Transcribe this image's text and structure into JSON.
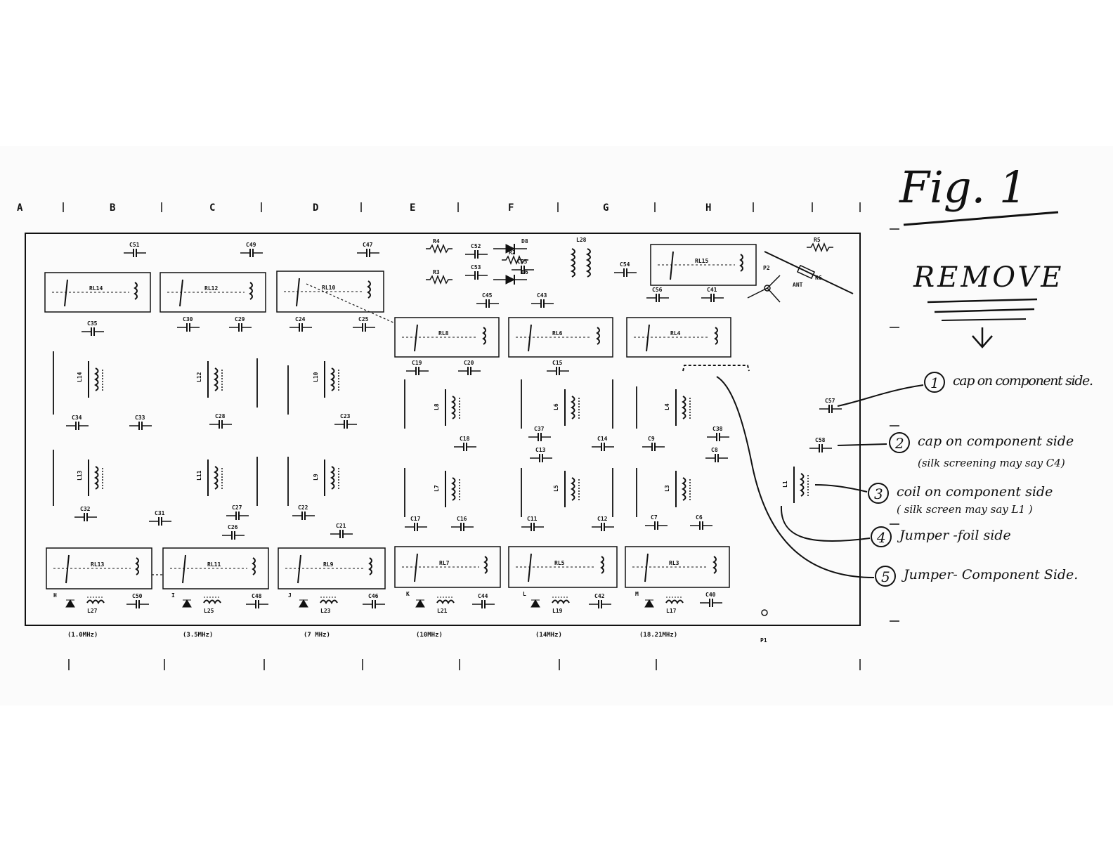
{
  "figure": {
    "title": "Fig. 1",
    "remove_heading": "REMOVE",
    "grid_columns": [
      "A",
      "B",
      "C",
      "D",
      "E",
      "F",
      "G",
      "H"
    ],
    "band_labels": [
      "(1.0MHz)",
      "(3.5MHz)",
      "(7 MHz)",
      "(10MHz)",
      "(14MHz)",
      "(18.21MHz)"
    ],
    "annotations": [
      {
        "number": "1",
        "text": "cap on component side."
      },
      {
        "number": "2",
        "text": "cap on component side",
        "subtext": "(silk screening may say C4)"
      },
      {
        "number": "3",
        "text": "coil on component side",
        "subtext": "( silk screen may say L1 )"
      },
      {
        "number": "4",
        "text": "Jumper -foil side"
      },
      {
        "number": "5",
        "text": "Jumper- Component Side."
      }
    ]
  },
  "relays": {
    "top_row": [
      "RL14",
      "RL12",
      "RL10"
    ],
    "upper_mid": [
      "RL8",
      "RL6",
      "RL4"
    ],
    "bottom_row": [
      "RL13",
      "RL11",
      "RL9",
      "RL7",
      "RL5",
      "RL3"
    ],
    "top_right": "RL15"
  },
  "caps": {
    "top_row": [
      "C51",
      "C49",
      "C47",
      "C35",
      "C30",
      "C29",
      "C24",
      "C25"
    ],
    "mid_row": [
      "C34",
      "C33",
      "C28",
      "C23"
    ],
    "low_row": [
      "C32",
      "C31",
      "C27",
      "C26",
      "C22",
      "C21"
    ],
    "bottom_row": [
      "C50",
      "C48",
      "C46",
      "C44",
      "C42",
      "C40"
    ],
    "rf_section": [
      "C52",
      "C53",
      "C55",
      "C45",
      "C43",
      "C54",
      "C56",
      "C41"
    ],
    "right_cluster": [
      "C19",
      "C20",
      "C15",
      "C37",
      "C18",
      "C14",
      "C9",
      "C38",
      "C13",
      "C8",
      "C17",
      "C16",
      "C11",
      "C12",
      "C7",
      "C6"
    ],
    "extra": [
      "C57",
      "C58"
    ]
  },
  "coils": {
    "left_upper": [
      "L14",
      "L12",
      "L10"
    ],
    "left_lower": [
      "L13",
      "L11",
      "L9"
    ],
    "right_upper": [
      "L8",
      "L6",
      "L4"
    ],
    "right_lower": [
      "L7",
      "L5",
      "L3"
    ],
    "bottom_row": [
      "L27",
      "L25",
      "L23",
      "L21",
      "L19",
      "L17"
    ],
    "rf": "L28",
    "marked": "L1"
  },
  "misc": {
    "resistors": [
      "R4",
      "R2",
      "R3",
      "R5",
      "R6"
    ],
    "diodes": [
      "D8",
      "D6"
    ],
    "points": [
      "P2",
      "P1"
    ],
    "ant": "ANT",
    "letters_bottom": [
      "H",
      "I",
      "J",
      "K",
      "L",
      "M"
    ]
  }
}
